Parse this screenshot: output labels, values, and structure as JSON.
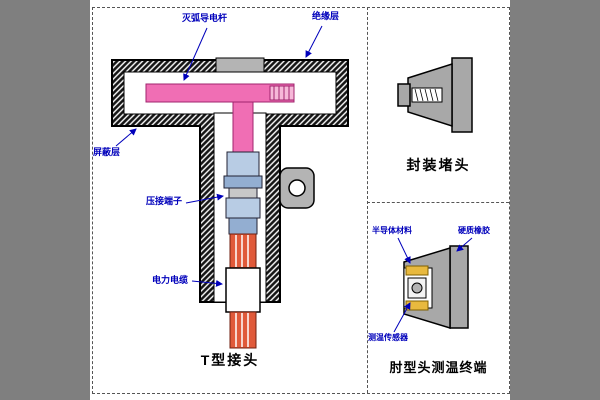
{
  "canvas": {
    "margin_color": "#7f7f7f",
    "paper_color": "#ffffff"
  },
  "colors": {
    "label_text": "#0000bb",
    "rod_pink": "#f06eb4",
    "rod_pink_light": "#f6b8d8",
    "terminal_blue": "#b8cce4",
    "terminal_blue_dark": "#93aed1",
    "cable_red": "#e05a3a",
    "metal_gray": "#a8a8a8",
    "cap_gray": "#b4b4b4",
    "sensor_yellow": "#e8b93e"
  },
  "t_joint_panel": {
    "title": "T型接头",
    "labels": {
      "arc_rod": "灭弧导电杆",
      "insulation": "绝缘层",
      "shield": "屏蔽层",
      "crimp_terminal": "压接端子",
      "power_cable": "电力电缆"
    }
  },
  "plug_panel": {
    "title": "封装堵头"
  },
  "elbow_panel": {
    "title": "肘型头测温终端",
    "labels": {
      "semiconductor": "半导体材料",
      "hard_rubber": "硬质橡胶",
      "temp_sensor": "测温传感器"
    }
  }
}
